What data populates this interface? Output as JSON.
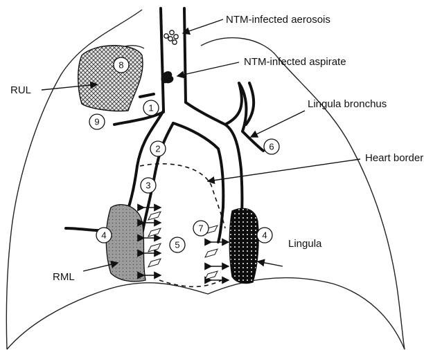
{
  "labels": {
    "aerosols": "NTM-infected aerosois",
    "aspirate": "NTM-infected aspirate",
    "rul": "RUL",
    "lingula_bronchus": "Lingula bronchus",
    "heart_border": "Heart border",
    "lingula": "Lingula",
    "rml": "RML"
  },
  "markers": [
    "1",
    "2",
    "3",
    "4",
    "4",
    "5",
    "6",
    "7",
    "8",
    "9"
  ],
  "colors": {
    "line": "#111111",
    "rml_fill": "#9a9a9a",
    "rul_fill": "#bdbdbd",
    "lingula_fill": "#111111"
  }
}
